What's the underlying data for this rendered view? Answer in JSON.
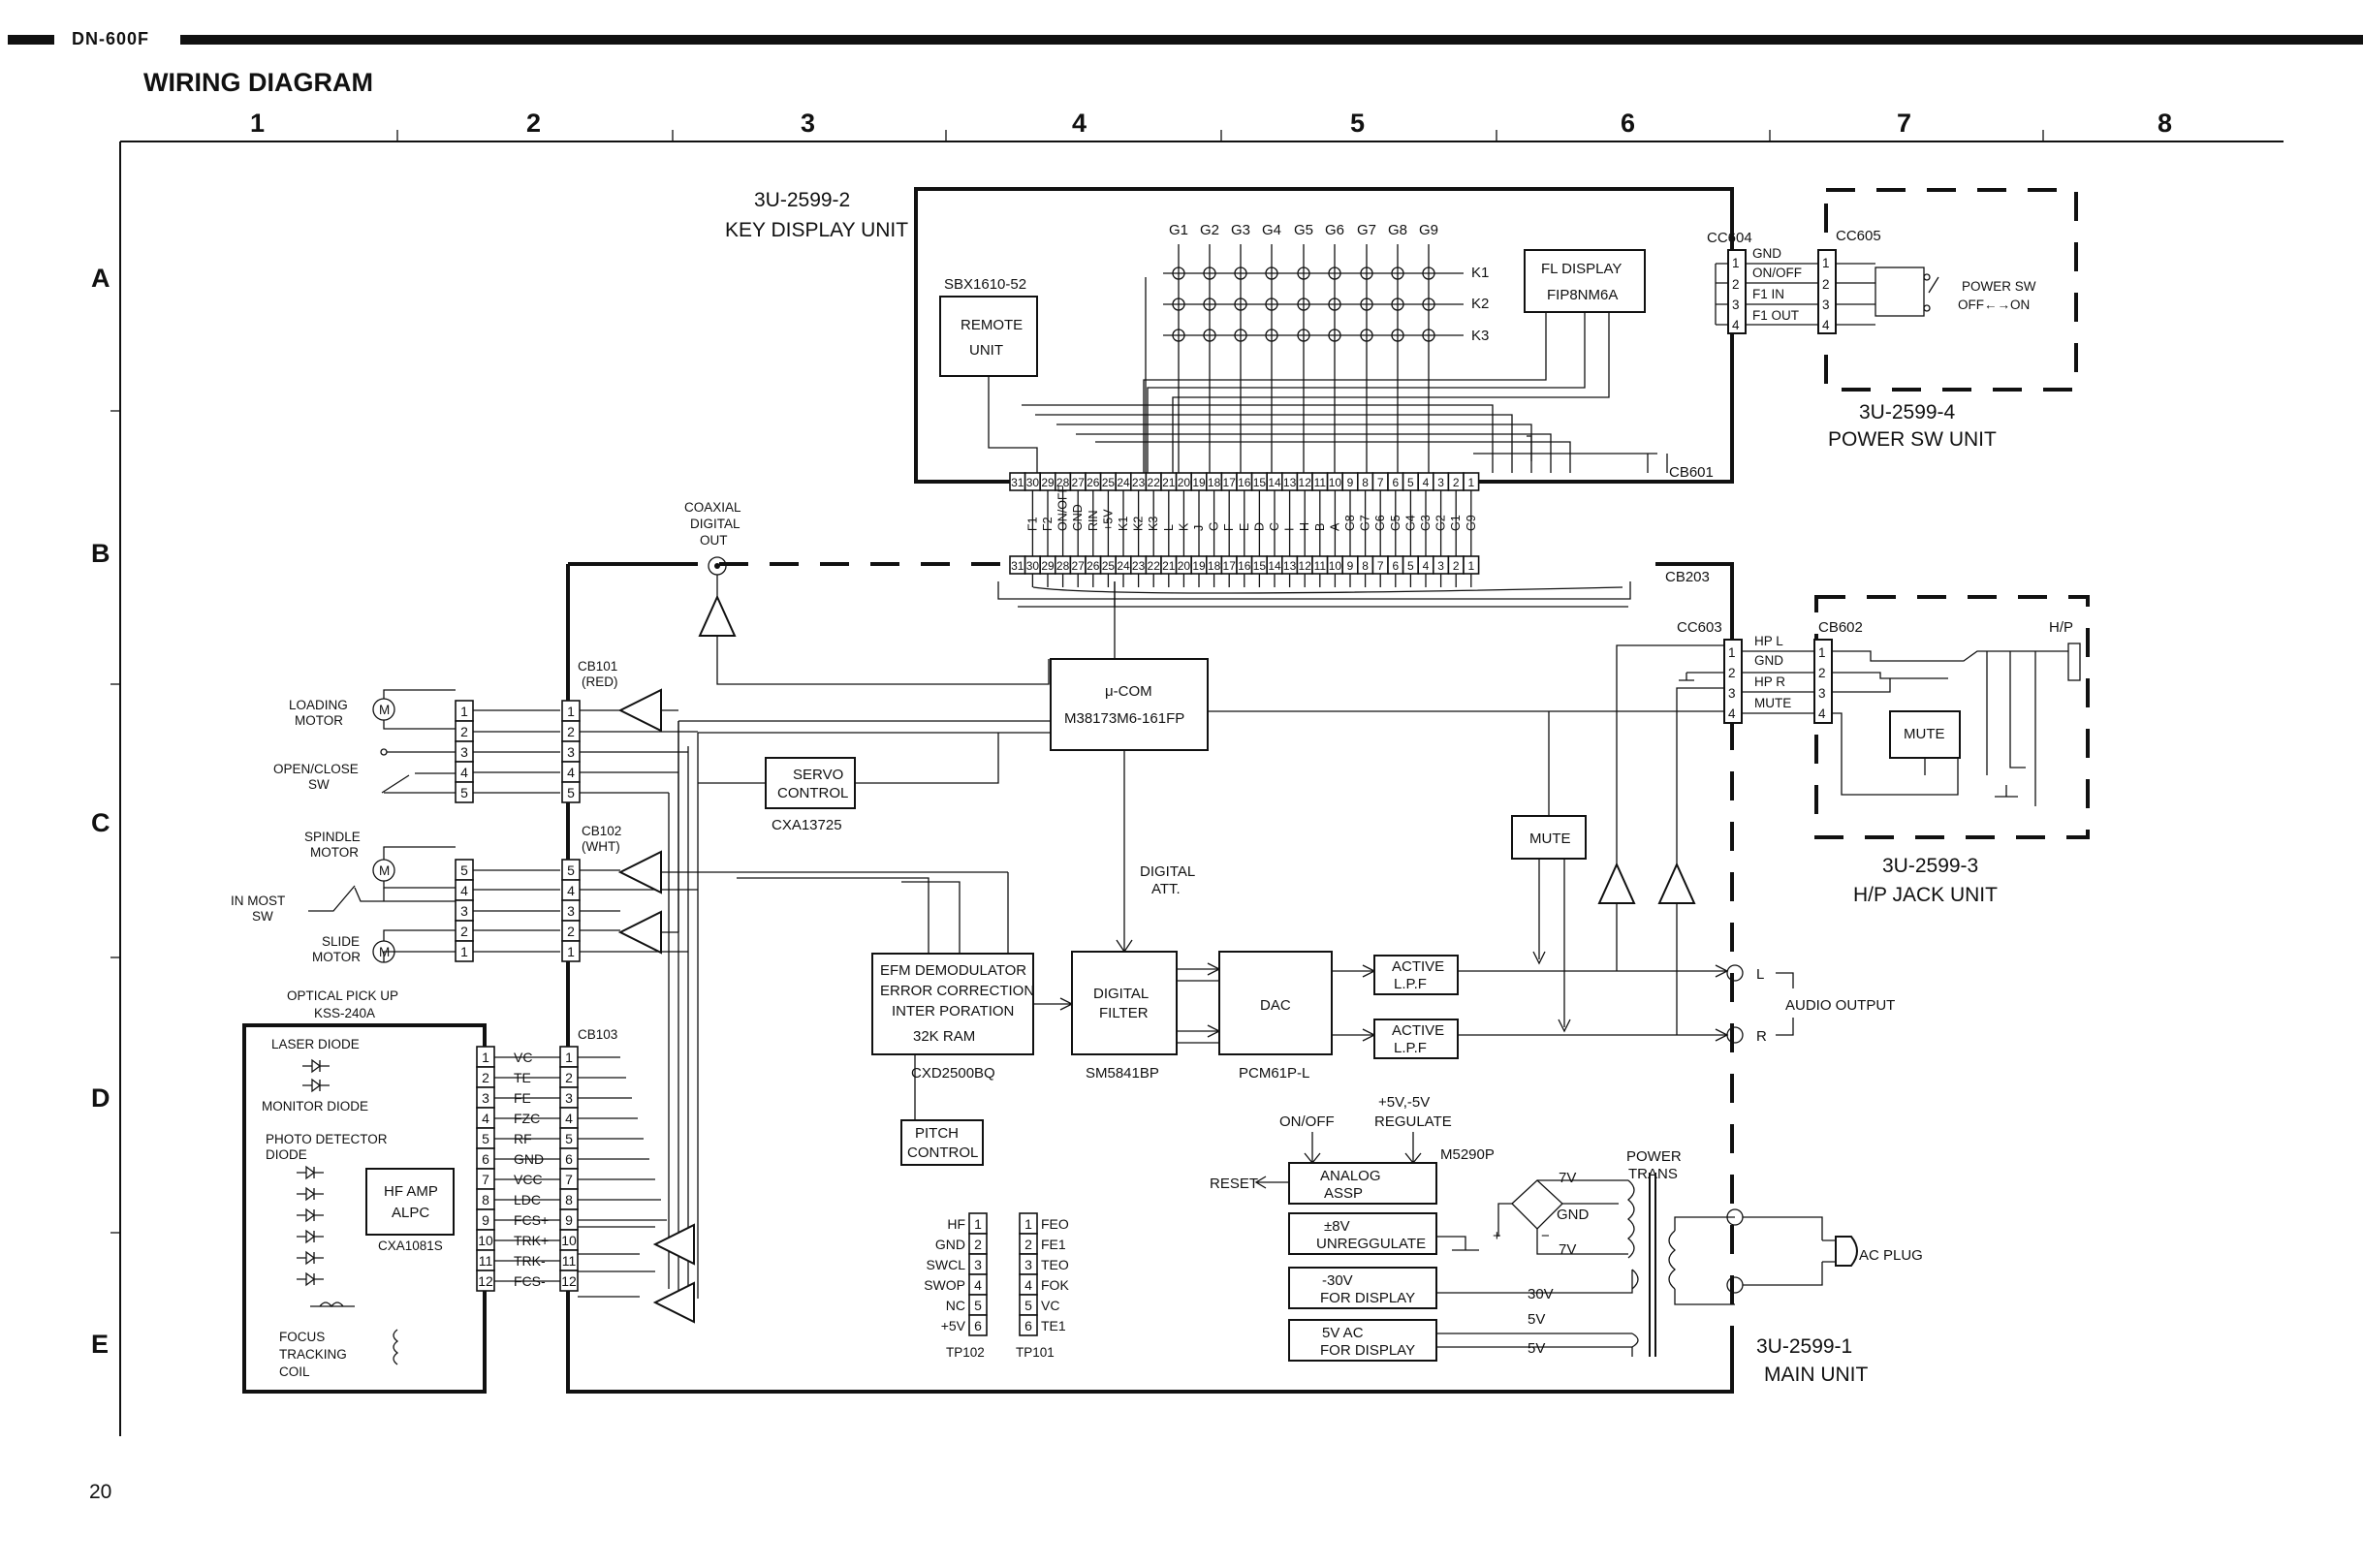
{
  "header": {
    "model": "DN-600F",
    "title": "WIRING DIAGRAM"
  },
  "page_number": "20",
  "grid": {
    "columns": [
      "1",
      "2",
      "3",
      "4",
      "5",
      "6",
      "7",
      "8"
    ],
    "rows": [
      "A",
      "B",
      "C",
      "D",
      "E"
    ]
  },
  "units": {
    "key_display": {
      "code": "3U-2599-2",
      "name": "KEY DISPLAY UNIT"
    },
    "power_sw": {
      "code": "3U-2599-4",
      "name": "POWER SW UNIT"
    },
    "hp_jack": {
      "code": "3U-2599-3",
      "name": "H/P JACK UNIT"
    },
    "main": {
      "code": "3U-2599-1",
      "name": "MAIN UNIT"
    }
  },
  "key_display": {
    "remote_part": "SBX1610-52",
    "remote_label_1": "REMOTE",
    "remote_label_2": "UNIT",
    "fl_label_1": "FL DISPLAY",
    "fl_label_2": "FIP8NM6A",
    "grids": [
      "G1",
      "G2",
      "G3",
      "G4",
      "G5",
      "G6",
      "G7",
      "G8",
      "G9"
    ],
    "keys": [
      "K1",
      "K2",
      "K3"
    ],
    "cb601": "CB601",
    "signals": [
      "F1",
      "F2",
      "ON/OFF",
      "GND",
      "RIN",
      "+5V",
      "K1",
      "K2",
      "K3",
      "L",
      "K",
      "J",
      "G",
      "F",
      "E",
      "D",
      "C",
      "I",
      "H",
      "B",
      "A",
      "G8",
      "G7",
      "G6",
      "G5",
      "G4",
      "G3",
      "G2",
      "G1",
      "G9"
    ]
  },
  "connector_pins_31": [
    "31",
    "30",
    "29",
    "28",
    "27",
    "26",
    "25",
    "24",
    "23",
    "22",
    "21",
    "20",
    "19",
    "18",
    "17",
    "16",
    "15",
    "14",
    "13",
    "12",
    "11",
    "10",
    "9",
    "8",
    "7",
    "6",
    "5",
    "4",
    "3",
    "2",
    "1"
  ],
  "cb203": "CB203",
  "cc604": {
    "name": "CC604",
    "pins": [
      "1",
      "2",
      "3",
      "4"
    ],
    "signals": [
      "GND",
      "ON/OFF",
      "F1 IN",
      "F1 OUT"
    ]
  },
  "cc605": {
    "name": "CC605",
    "pins": [
      "1",
      "2",
      "3",
      "4"
    ],
    "switch_1": "POWER SW",
    "switch_2": "OFF←→ON"
  },
  "coaxial": {
    "line1": "COAXIAL",
    "line2": "DIGITAL",
    "line3": "OUT"
  },
  "cb101": {
    "name": "CB101",
    "color": "(RED)",
    "pins": [
      "1",
      "2",
      "3",
      "4",
      "5"
    ]
  },
  "cb102": {
    "name": "CB102",
    "color": "(WHT)",
    "pins": [
      "5",
      "4",
      "3",
      "2",
      "1"
    ]
  },
  "cb103": {
    "name": "CB103"
  },
  "mechanism": {
    "loading_1": "LOADING",
    "loading_2": "MOTOR",
    "openclose_1": "OPEN/CLOSE",
    "openclose_2": "SW",
    "spindle_1": "SPINDLE",
    "spindle_2": "MOTOR",
    "inmost_1": "IN MOST",
    "inmost_2": "SW",
    "slide_1": "SLIDE",
    "slide_2": "MOTOR",
    "motor_symbol": "M"
  },
  "pickup": {
    "title_1": "OPTICAL PICK UP",
    "title_2": "KSS-240A",
    "laser": "LASER DIODE",
    "monitor": "MONITOR DIODE",
    "photo_1": "PHOTO DETECTOR",
    "photo_2": "DIODE",
    "hfamp_1": "HF AMP",
    "hfamp_2": "ALPC",
    "hfamp_part": "CXA1081S",
    "focus_1": "FOCUS",
    "focus_2": "TRACKING",
    "focus_3": "COIL",
    "pins": [
      "1",
      "2",
      "3",
      "4",
      "5",
      "6",
      "7",
      "8",
      "9",
      "10",
      "11",
      "12"
    ],
    "signals": [
      "VC",
      "TE",
      "FE",
      "FZC",
      "RF",
      "GND",
      "VCC",
      "LDC",
      "FCS+",
      "TRK+",
      "TRK-",
      "FCS-"
    ]
  },
  "servo": {
    "line1": "SERVO",
    "line2": "CONTROL",
    "part": "CXA13725"
  },
  "ucom": {
    "line1": "μ-COM",
    "line2": "M38173M6-161FP"
  },
  "efm": {
    "line1": "EFM DEMODULATOR",
    "line2": "ERROR CORRECTION",
    "line3": "INTER PORATION",
    "line4": "32K RAM",
    "part": "CXD2500BQ"
  },
  "pitch": {
    "line1": "PITCH",
    "line2": "CONTROL"
  },
  "digital_att": {
    "line1": "DIGITAL",
    "line2": "ATT."
  },
  "digital_filter": {
    "line1": "DIGITAL",
    "line2": "FILTER",
    "part": "SM5841BP"
  },
  "dac": {
    "label": "DAC",
    "part": "PCM61P-L"
  },
  "lpf": {
    "line1": "ACTIVE",
    "line2": "L.P.F"
  },
  "mute": "MUTE",
  "audio_output": {
    "label": "AUDIO OUTPUT",
    "left": "L",
    "right": "R"
  },
  "cc603": {
    "name": "CC603",
    "pins": [
      "1",
      "2",
      "3",
      "4"
    ],
    "signals": [
      "HP L",
      "GND",
      "HP R",
      "MUTE"
    ]
  },
  "cb602": {
    "name": "CB602",
    "pins": [
      "1",
      "2",
      "3",
      "4"
    ],
    "hp": "H/P"
  },
  "tp102": {
    "name": "TP102",
    "pins": [
      "1",
      "2",
      "3",
      "4",
      "5",
      "6"
    ],
    "signals": [
      "HF",
      "GND",
      "SWCL",
      "SWOP",
      "NC",
      "+5V"
    ]
  },
  "tp101": {
    "name": "TP101",
    "pins": [
      "1",
      "2",
      "3",
      "4",
      "5",
      "6"
    ],
    "signals": [
      "FEO",
      "FE1",
      "TEO",
      "FOK",
      "VC",
      "TE1"
    ]
  },
  "power": {
    "onoff": "ON/OFF",
    "regulate_1": "+5V,-5V",
    "regulate_2": "REGULATE",
    "m5290p": "M5290P",
    "reset": "RESET",
    "analog_1": "ANALOG",
    "analog_2": "ASSP",
    "unreg_1": "±8V",
    "unreg_2": "UNREGGULATE",
    "disp30_1": "-30V",
    "disp30_2": "FOR DISPLAY",
    "disp5_1": "5V AC",
    "disp5_2": "FOR DISPLAY",
    "trans_1": "POWER",
    "trans_2": "TRANS",
    "v7_top": "7V",
    "gnd": "GND",
    "v7_bottom": "7V",
    "v30": "30V",
    "v5a": "5V",
    "v5b": "5V",
    "plus": "+",
    "minus": "−",
    "ac_plug": "AC PLUG"
  }
}
